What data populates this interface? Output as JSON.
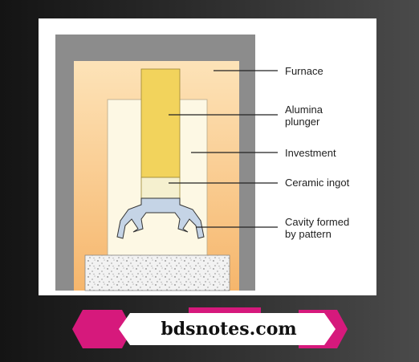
{
  "diagram": {
    "labels": {
      "furnace": "Furnace",
      "plunger_line1": "Alumina",
      "plunger_line2": "plunger",
      "investment": "Investment",
      "ingot": "Ceramic ingot",
      "cavity_line1": "Cavity formed",
      "cavity_line2": "by pattern"
    },
    "colors": {
      "furnace_wall": "#8c8c8c",
      "furnace_interior_top": "#fde3b8",
      "furnace_interior_bottom": "#f6b66c",
      "investment": "#fdf8e4",
      "plunger": "#f2d35c",
      "ingot": "#f5f0cf",
      "cavity": "#c5d4e6",
      "base": "#f2f2f2"
    }
  },
  "footer": {
    "site_name": "bdsnotes.com",
    "accent_color": "#d6197c"
  }
}
